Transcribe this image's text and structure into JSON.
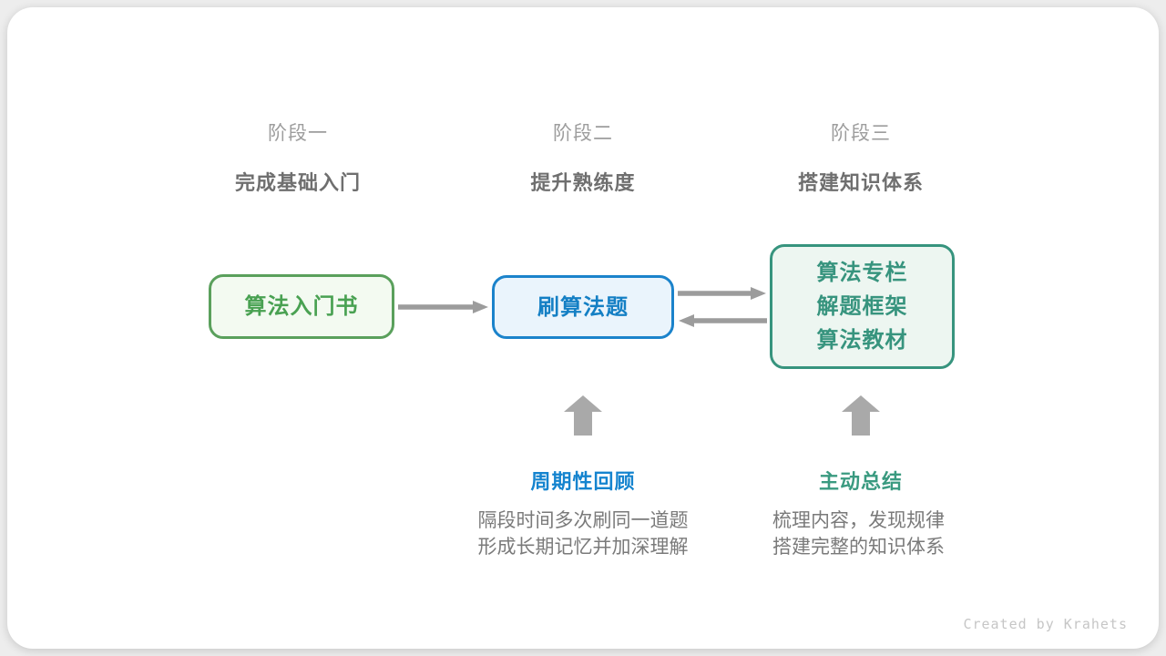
{
  "stages": [
    {
      "label": "阶段一",
      "subtitle": "完成基础入门"
    },
    {
      "label": "阶段二",
      "subtitle": "提升熟练度"
    },
    {
      "label": "阶段三",
      "subtitle": "搭建知识体系"
    }
  ],
  "nodes": [
    {
      "id": "algorithm-intro-book",
      "lines": [
        "算法入门书"
      ]
    },
    {
      "id": "practice-problems",
      "lines": [
        "刷算法题"
      ]
    },
    {
      "id": "knowledge-resources",
      "lines": [
        "算法专栏",
        "解题框架",
        "算法教材"
      ]
    }
  ],
  "annotations": [
    {
      "title": "周期性回顾",
      "lines": [
        "隔段时间多次刷同一道题",
        "形成长期记忆并加深理解"
      ]
    },
    {
      "title": "主动总结",
      "lines": [
        "梳理内容，发现规律",
        "搭建完整的知识体系"
      ]
    }
  ],
  "credit": {
    "text": "Created by Krahets"
  },
  "colors": {
    "canvas-bg": "#ededed",
    "card-bg": "#ffffff",
    "stage-label": "#9d9d9d",
    "stage-subtitle": "#6f6f6f",
    "green-border": "#5aa05c",
    "green-text": "#49a152",
    "green-fill": "#f3faf1",
    "blue-border": "#1b83cb",
    "blue-text": "#147fc4",
    "blue-fill": "#eaf4fc",
    "teal-border": "#37947e",
    "teal-text": "#37947e",
    "teal-fill": "#edf6f1",
    "arrow": "#9c9c9c",
    "block-arrow": "#a9a9a9",
    "annotation-blue": "#1584cf",
    "annotation-teal": "#3a9a80",
    "body-text": "#7a7a7a",
    "credit": "#c6c6c6"
  }
}
